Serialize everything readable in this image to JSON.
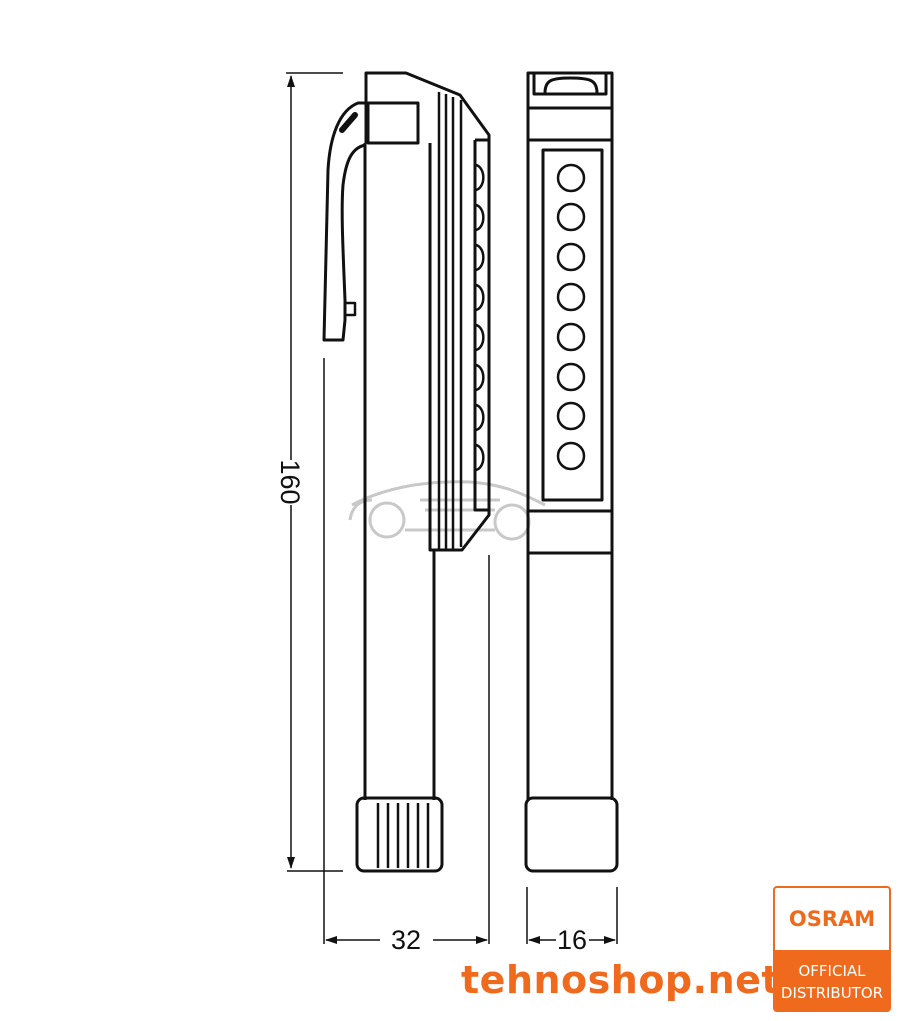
{
  "dimensions": {
    "length_label": "160",
    "width_side_label": "32",
    "width_front_label": "16"
  },
  "led_count": 8,
  "branding": {
    "shop_name": "tehnoshop.net",
    "logo_brand": "OSRAM",
    "logo_line1": "OFFICIAL",
    "logo_line2": "DISTRIBUTOR"
  },
  "colors": {
    "line": "#111111",
    "accent": "#f06a1e",
    "watermark": "#c8c8c8"
  }
}
